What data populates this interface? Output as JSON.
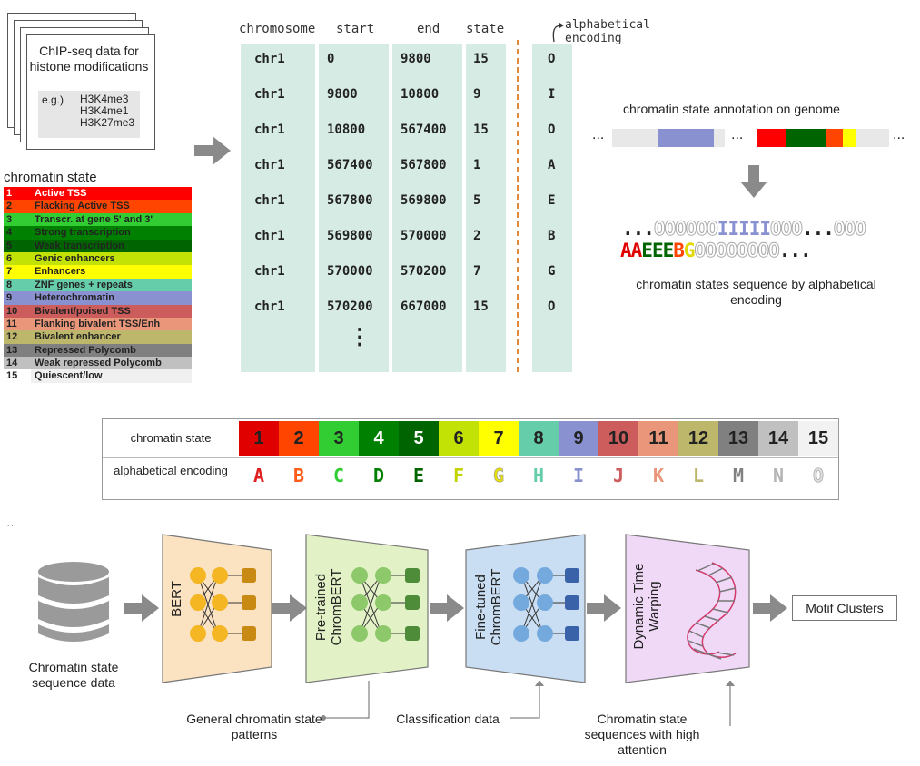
{
  "chip": {
    "title": "ChIP-seq data for histone modifications",
    "example_label": "e.g.)",
    "marks": [
      "H3K4me3",
      "H3K4me1",
      "H3K27me3"
    ]
  },
  "legend": {
    "title": "chromatin state",
    "states": [
      {
        "num": "1",
        "label": "Active TSS",
        "color": "#ff0000",
        "text": "#ffffff"
      },
      {
        "num": "2",
        "label": "Flacking Active TSS",
        "color": "#ff4500",
        "text": "#222222"
      },
      {
        "num": "3",
        "label": "Transcr. at gene 5' and  3'",
        "color": "#32cd32",
        "text": "#222222"
      },
      {
        "num": "4",
        "label": "Strong transcription",
        "color": "#008000",
        "text": "#222222"
      },
      {
        "num": "5",
        "label": "Weak transcription",
        "color": "#006400",
        "text": "#222222"
      },
      {
        "num": "6",
        "label": "Genic enhancers",
        "color": "#c2e105",
        "text": "#222222"
      },
      {
        "num": "7",
        "label": "Enhancers",
        "color": "#ffff00",
        "text": "#222222"
      },
      {
        "num": "8",
        "label": "ZNF genes + repeats",
        "color": "#66cdaa",
        "text": "#222222"
      },
      {
        "num": "9",
        "label": "Heterochromatin",
        "color": "#8a91d0",
        "text": "#222222"
      },
      {
        "num": "10",
        "label": "Bivalent/poised TSS",
        "color": "#cd5c5c",
        "text": "#222222"
      },
      {
        "num": "11",
        "label": "Flanking bivalent TSS/Enh",
        "color": "#e9967a",
        "text": "#222222"
      },
      {
        "num": "12",
        "label": "Bivalent enhancer",
        "color": "#bdb76b",
        "text": "#222222"
      },
      {
        "num": "13",
        "label": "Repressed Polycomb",
        "color": "#808080",
        "text": "#222222"
      },
      {
        "num": "14",
        "label": "Weak repressed Polycomb",
        "color": "#c0c0c0",
        "text": "#222222"
      },
      {
        "num": "15",
        "label": "Quiescent/low",
        "color": "#f0f0f0",
        "text": "#222222"
      }
    ]
  },
  "table": {
    "headers": {
      "chromosome": "chromosome",
      "start": "start",
      "end": "end",
      "state": "state",
      "encoding": "alphabetical encoding"
    },
    "rows": [
      {
        "chr": "chr1",
        "start": "0",
        "end": "9800",
        "state": "15",
        "enc": "O"
      },
      {
        "chr": "chr1",
        "start": "9800",
        "end": "10800",
        "state": "9",
        "enc": "I"
      },
      {
        "chr": "chr1",
        "start": "10800",
        "end": "567400",
        "state": "15",
        "enc": "O"
      },
      {
        "chr": "chr1",
        "start": "567400",
        "end": "567800",
        "state": "1",
        "enc": "A"
      },
      {
        "chr": "chr1",
        "start": "567800",
        "end": "569800",
        "state": "5",
        "enc": "E"
      },
      {
        "chr": "chr1",
        "start": "569800",
        "end": "570000",
        "state": "2",
        "enc": "B"
      },
      {
        "chr": "chr1",
        "start": "570000",
        "end": "570200",
        "state": "7",
        "enc": "G"
      },
      {
        "chr": "chr1",
        "start": "570200",
        "end": "667000",
        "state": "15",
        "enc": "O"
      }
    ],
    "ellipsis": "⋮"
  },
  "annotation": {
    "title": "chromatin state annotation on genome",
    "dots_left": "...",
    "dots_mid": "...",
    "dots_right": "...",
    "seq_line1": {
      "prefix": "...",
      "o1": "OOOOOO",
      "i": "IIIII",
      "o2": "OOO",
      "mid": "...",
      "o3": "OOO"
    },
    "seq_line2": {
      "a": "AA",
      "e": "EEE",
      "b": "B",
      "g": "G",
      "o": "OOOOOOOO",
      "tail": "..."
    },
    "caption": "chromatin states sequence by alphabetical encoding"
  },
  "encoding": {
    "row1_label": "chromatin state",
    "row2_label": "alphabetical encoding",
    "states": [
      {
        "num": "1",
        "letter": "A",
        "color": "#e00000",
        "fg": "#222222",
        "letter_color": "#e02020"
      },
      {
        "num": "2",
        "letter": "B",
        "color": "#ff4500",
        "fg": "#222222",
        "letter_color": "#ff5a1a"
      },
      {
        "num": "3",
        "letter": "C",
        "color": "#32cd32",
        "fg": "#222222",
        "letter_color": "#32cd32"
      },
      {
        "num": "4",
        "letter": "D",
        "color": "#008000",
        "fg": "#ffffff",
        "letter_color": "#008000"
      },
      {
        "num": "5",
        "letter": "E",
        "color": "#006400",
        "fg": "#ffffff",
        "letter_color": "#006400"
      },
      {
        "num": "6",
        "letter": "F",
        "color": "#c2e105",
        "fg": "#222222",
        "letter_color": "#c2d500"
      },
      {
        "num": "7",
        "letter": "G",
        "color": "#ffff00",
        "fg": "#222222",
        "letter_color": "#e8e000"
      },
      {
        "num": "8",
        "letter": "H",
        "color": "#66cdaa",
        "fg": "#222222",
        "letter_color": "#66cdaa"
      },
      {
        "num": "9",
        "letter": "I",
        "color": "#8a91d0",
        "fg": "#222222",
        "letter_color": "#8a91d0"
      },
      {
        "num": "10",
        "letter": "J",
        "color": "#cd5c5c",
        "fg": "#222222",
        "letter_color": "#cd5c5c"
      },
      {
        "num": "11",
        "letter": "K",
        "color": "#e9967a",
        "fg": "#222222",
        "letter_color": "#e9967a"
      },
      {
        "num": "12",
        "letter": "L",
        "color": "#bdb76b",
        "fg": "#222222",
        "letter_color": "#bdb76b"
      },
      {
        "num": "13",
        "letter": "M",
        "color": "#808080",
        "fg": "#222222",
        "letter_color": "#808080"
      },
      {
        "num": "14",
        "letter": "N",
        "color": "#c0c0c0",
        "fg": "#222222",
        "letter_color": "#b5b5b5"
      },
      {
        "num": "15",
        "letter": "O",
        "color": "#f2f2f2",
        "fg": "#222222",
        "letter_color": "#dddddd"
      }
    ]
  },
  "pipeline": {
    "input_label": "Chromatin state sequence data",
    "bert": "BERT",
    "pretrained": "Pre-trained ChromBERT",
    "finetuned": "Fine-tuned ChromBERT",
    "dtw": "Dynamic Time Warping",
    "output": "Motif Clusters",
    "note1": "General chromatin state patterns",
    "note2": "Classification data",
    "note3": "Chromatin state sequences with high attention",
    "colors": {
      "bert_fill": "#fbe3c2",
      "bert_node": "#f5b623",
      "bert_out": "#c98a14",
      "pre_fill": "#e3f2c6",
      "pre_node": "#8dc86a",
      "pre_out": "#4f8c3a",
      "fine_fill": "#c9def3",
      "fine_node": "#74a9dd",
      "fine_out": "#3a62a8",
      "dtw_fill": "#f0d8f7",
      "arrow": "#8a8a8a"
    }
  }
}
